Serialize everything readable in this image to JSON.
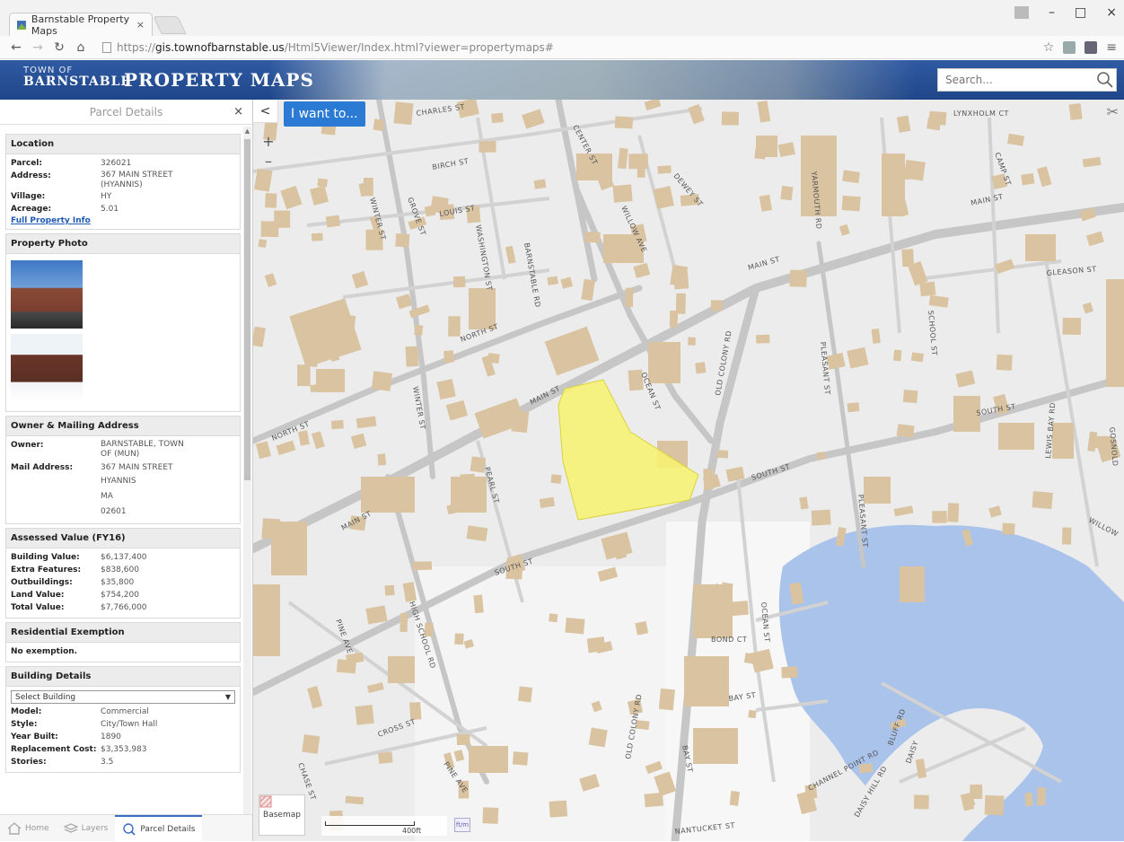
{
  "browser": {
    "tab_title": "Barnstable Property Maps",
    "tab_close": "×",
    "url_prefix": "https://",
    "url_host": "gis.townofbarnstable.us",
    "url_path": "/Html5Viewer/Index.html?viewer=propertymaps#",
    "win_min": "–",
    "win_max": "□",
    "win_close": "×"
  },
  "header": {
    "brand_small": "TOWN OF",
    "brand_big": "BARNSTABLE",
    "title": "PROPERTY MAPS",
    "search_placeholder": "Search..."
  },
  "panel": {
    "title": "Parcel Details",
    "close": "×",
    "location": {
      "title": "Location",
      "rows": [
        {
          "k": "Parcel:",
          "v": "326021"
        },
        {
          "k": "Address:",
          "v": "367 MAIN STREET (HYANNIS)"
        },
        {
          "k": "Village:",
          "v": "HY"
        },
        {
          "k": "Acreage:",
          "v": "5.01"
        }
      ],
      "link": "Full Property Info"
    },
    "photo": {
      "title": "Property Photo"
    },
    "owner": {
      "title": "Owner & Mailing Address",
      "owner_k": "Owner:",
      "owner_v": "BARNSTABLE, TOWN OF (MUN)",
      "mail_k": "Mail Address:",
      "mail_lines": [
        "367 MAIN STREET",
        "HYANNIS",
        "MA",
        "02601"
      ]
    },
    "assessed": {
      "title": "Assessed Value (FY16)",
      "rows": [
        {
          "k": "Building Value:",
          "v": "$6,137,400"
        },
        {
          "k": "Extra Features:",
          "v": "$838,600"
        },
        {
          "k": "Outbuildings:",
          "v": "$35,800"
        },
        {
          "k": "Land Value:",
          "v": "$754,200"
        },
        {
          "k": "Total Value:",
          "v": "$7,766,000"
        }
      ]
    },
    "exemption": {
      "title": "Residential Exemption",
      "text": "No exemption."
    },
    "building": {
      "title": "Building Details",
      "select": "Select Building",
      "rows": [
        {
          "k": "Model:",
          "v": "Commercial"
        },
        {
          "k": "Style:",
          "v": "City/Town Hall"
        },
        {
          "k": "Year Built:",
          "v": "1890"
        },
        {
          "k": "Replacement Cost:",
          "v": "$3,353,983"
        },
        {
          "k": "Stories:",
          "v": "3.5"
        }
      ]
    },
    "footer": {
      "home": "Home",
      "layers": "Layers",
      "details": "Parcel Details"
    }
  },
  "map": {
    "collapse": "<",
    "iwant": "I want to...",
    "zoom_in": "+",
    "zoom_out": "–",
    "basemap": "Basemap",
    "scale": "400ft",
    "unit": "ft/m",
    "colors": {
      "water": "#a9c3ea",
      "road": "#bdbdbd",
      "building": "#d9c3a1",
      "parcel": "#f7f36e"
    },
    "streets": {
      "charles": "CHARLES ST",
      "center": "CENTER ST",
      "birch": "BIRCH ST",
      "louis": "LOUIS ST",
      "grove": "GROVE ST",
      "winter_n": "WINTER ST",
      "washington": "WASHINGTON ST",
      "barnstable": "BARNSTABLE RD",
      "willow": "WILLOW AVE",
      "dewey": "DEWEY ST",
      "yarmouth": "YARMOUTH RD",
      "lynxholm": "LYNXHOLM CT",
      "camp": "CAMP ST",
      "main_e": "MAIN ST",
      "main_ne": "MAIN ST",
      "main_c": "MAIN ST",
      "main_w": "MAIN ST",
      "north_c": "NORTH ST",
      "north_w": "NORTH ST",
      "winter_c": "WINTER ST",
      "ocean_n": "OCEAN ST",
      "pleasant_n": "PLEASANT ST",
      "school": "SCHOOL ST",
      "gleason": "GLEASON ST",
      "south_e": "SOUTH ST",
      "south_c": "SOUTH ST",
      "south_w": "SOUTH ST",
      "pearl": "PEARL ST",
      "old_colony_n": "OLD COLONY RD",
      "old_colony_s": "OLD COLONY RD",
      "pleasant_s": "PLEASANT ST",
      "lewis_bay": "LEWIS BAY RD",
      "high_school": "HIGH SCHOOL RD",
      "pine_n": "PINE AVE",
      "pine_s": "PINE AVE",
      "cross": "CROSS ST",
      "chase": "CHASE ST",
      "bond": "BOND CT",
      "bay_e": "BAY ST",
      "bay_s": "BAY ST",
      "ocean_s": "OCEAN ST",
      "channel_point": "CHANNEL POINT RD",
      "bluff": "BLUFF RD",
      "daisy": "DAISY",
      "nantucket": "NANTUCKET ST",
      "daisy_hill": "DAISY HILL RD",
      "willow_e": "WILLOW",
      "gosnold": "GOSNOLD"
    }
  }
}
